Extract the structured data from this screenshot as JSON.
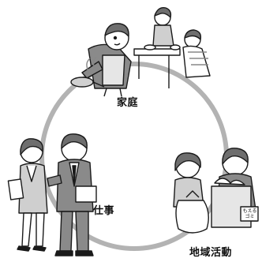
{
  "labels": {
    "family": "家庭",
    "work": "仕事",
    "local": "地域活動"
  },
  "box_sign": "もえるゴミ",
  "colors": {
    "ring": "#b3b3b3",
    "outline": "#1a1a1a",
    "skin": "#ffffff",
    "hair_gray": "#6e6e6e",
    "suit_gray": "#8a8a8a",
    "light_gray": "#cfcfcf"
  }
}
